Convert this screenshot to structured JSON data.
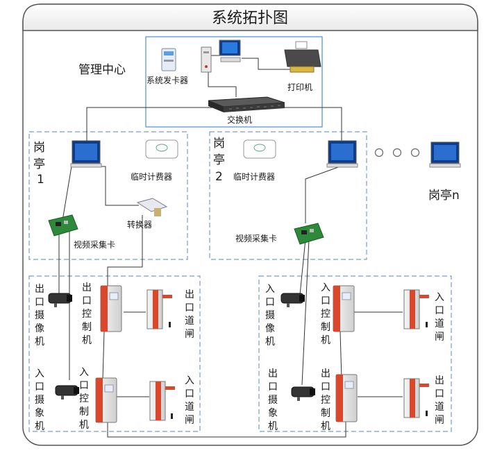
{
  "title": "系统拓扑图",
  "management": {
    "label": "管理中心",
    "card_issuer": "系统发卡器",
    "printer": "打印机",
    "switch": "交换机"
  },
  "booth1": {
    "label_line1": "岗",
    "label_line2": "亭",
    "label_line3": "1",
    "meter": "临时计费器",
    "converter": "转换器",
    "capture_card": "视频采集卡"
  },
  "booth2": {
    "label_line1": "岗",
    "label_line2": "亭",
    "label_line3": "2",
    "meter": "临时计费器",
    "capture_card": "视频采集卡"
  },
  "booth_n": {
    "label": "岗亭n"
  },
  "lane_left": {
    "exit_camera": "出口摄像机",
    "exit_controller": "出口控制机",
    "exit_gate": "出口道闸",
    "entry_camera": "入口摄象机",
    "entry_controller": "入口控制机",
    "entry_gate": "入口道闸"
  },
  "lane_right": {
    "entry_camera": "入口摄像机",
    "entry_controller": "入口控制机",
    "entry_gate": "入口道闸",
    "exit_camera": "出口摄象机",
    "exit_controller": "出口控制机",
    "exit_gate": "出口道闸"
  }
}
